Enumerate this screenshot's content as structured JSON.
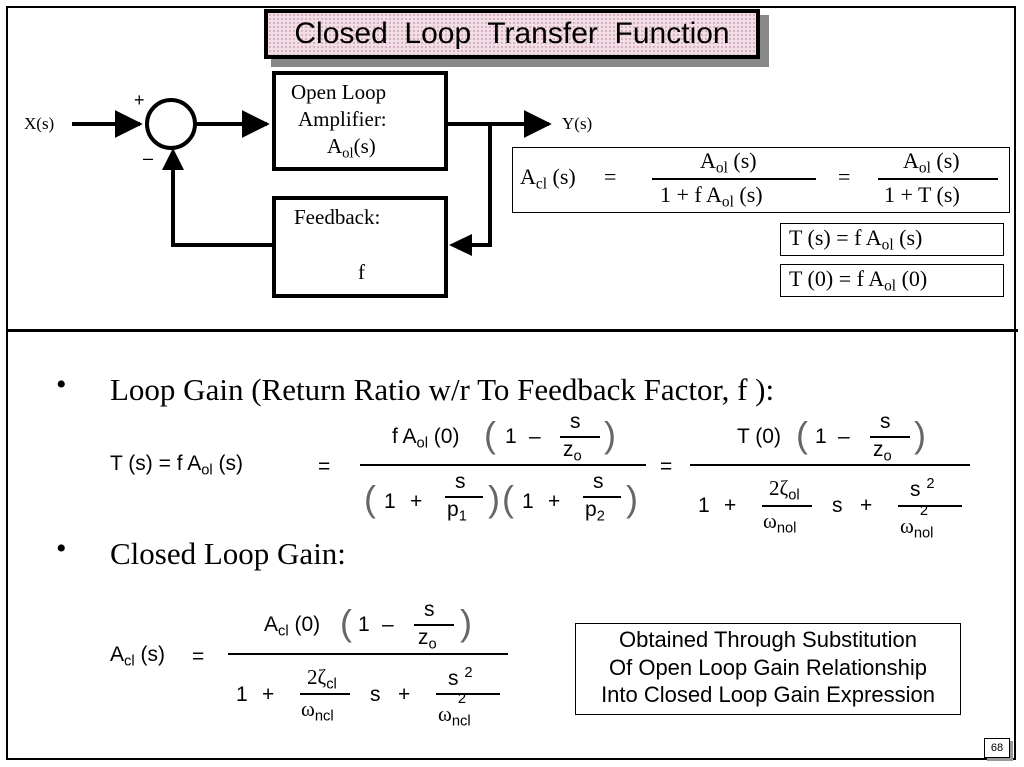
{
  "title": "Closed  Loop  Transfer  Function",
  "page_number": "68",
  "block_diagram": {
    "input_label": "X(s)",
    "output_label": "Y(s)",
    "plus_sign": "+",
    "minus_sign": "–",
    "amplifier_line1": "Open Loop",
    "amplifier_line2": "Amplifier:",
    "amplifier_var": "A",
    "amplifier_sub": "ol",
    "amplifier_arg": "(s)",
    "feedback_label": "Feedback:",
    "feedback_var": "f"
  },
  "top_equations": {
    "acl": "A",
    "acl_sub": "cl",
    "acl_arg": " (s)",
    "eq": "=",
    "aol": "A",
    "aol_sub": "ol",
    "aol_arg": " (s)",
    "den1_pre": "1  +  f  A",
    "den1_sub": "ol",
    "den1_post": " (s)",
    "den2": "1  +  T (s)",
    "t_def_pre": "T  (s)    =    f    A",
    "t_def_sub": "ol",
    "t_def_post": " (s)",
    "t0_def_pre": "T  (0)    =    f    A",
    "t0_def_sub": "ol",
    "t0_def_post": " (0)"
  },
  "bullets": {
    "bullet_char": "•",
    "loop_gain_heading": "Loop Gain (Return Ratio w/r To Feedback Factor, f ):",
    "closed_loop_heading": "Closed Loop Gain:"
  },
  "loop_gain_eq": {
    "lhs_pre": "T  (s)   =   f   A",
    "lhs_sub": "ol",
    "lhs_post": " (s)",
    "eq": "=",
    "num1_pre": "f  A",
    "num1_sub": "ol",
    "num1_post": " (0)",
    "one": "1",
    "minus": "–",
    "plus": "+",
    "s": "s",
    "z": "z",
    "z_sub": "o",
    "p": "p",
    "p1_sub": "1",
    "p2_sub": "2",
    "num2": "T (0)",
    "two_zeta": "2ζ",
    "zeta_sub": "ol",
    "omega": "ω",
    "omega_sub": "nol",
    "s2": "s",
    "sq": "2"
  },
  "closed_loop_eq": {
    "lhs_pre": "A",
    "lhs_sub": "cl",
    "lhs_post": " (s)",
    "eq": "=",
    "num_pre": "A",
    "num_sub": "cl",
    "num_post": " (0)",
    "one": "1",
    "minus": "–",
    "plus": "+",
    "s": "s",
    "z": "z",
    "z_sub": "o",
    "two_zeta": "2ζ",
    "zeta_sub": "cl",
    "omega": "ω",
    "omega_sub": "ncl",
    "sq": "2"
  },
  "caption": {
    "line1": "Obtained Through Substitution",
    "line2": "Of Open Loop Gain Relationship",
    "line3": "Into Closed Loop Gain Expression"
  }
}
